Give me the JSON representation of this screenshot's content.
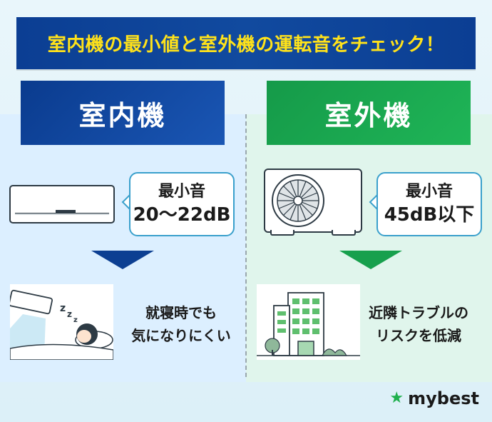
{
  "banner": {
    "title": "室内機の最小値と室外機の運転音をチェック！"
  },
  "indoor": {
    "header": "室内機",
    "bubble_line1": "最小音",
    "bubble_line2": "20〜22dB",
    "caption_line1": "就寝時でも",
    "caption_line2": "気になりにくい",
    "sleep_text": "zzz"
  },
  "outdoor": {
    "header": "室外機",
    "bubble_line1": "最小音",
    "bubble_line2": "45dB以下",
    "caption_line1": "近隣トラブルの",
    "caption_line2": "リスクを低減"
  },
  "logo": {
    "text": "mybest",
    "icon": "star-icon"
  },
  "colors": {
    "indoor_blue": "#0c3f92",
    "outdoor_green": "#17a04d",
    "banner_text": "#ffe21a",
    "bubble_border": "#3aa0cc"
  }
}
